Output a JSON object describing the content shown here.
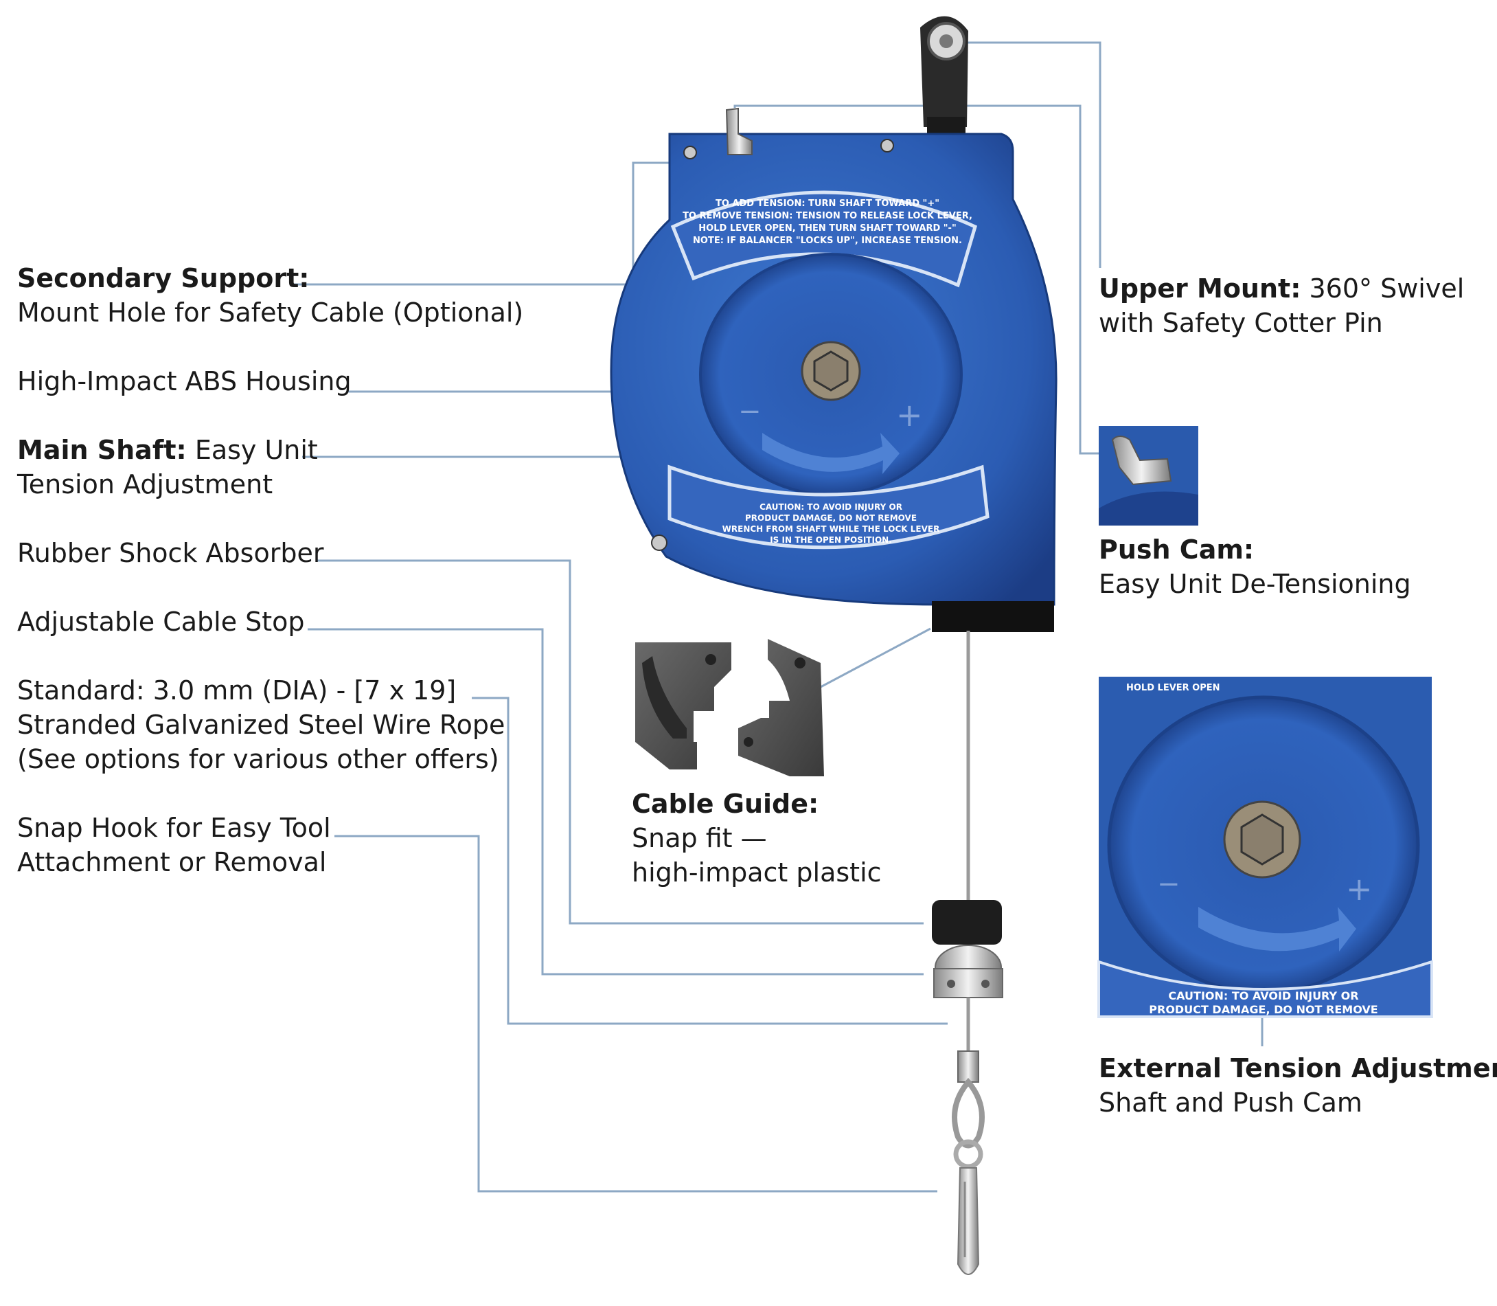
{
  "labels": {
    "secondary_support": {
      "title": "Secondary Support:",
      "text": "Mount Hole for Safety Cable (Optional)"
    },
    "housing": {
      "text": "High-Impact ABS Housing"
    },
    "main_shaft": {
      "title": "Main Shaft:",
      "text1": " Easy Unit",
      "text2": "Tension Adjustment"
    },
    "shock_absorber": {
      "text": "Rubber Shock Absorber"
    },
    "cable_stop": {
      "text": "Adjustable Cable Stop"
    },
    "wire_rope": {
      "line1": "Standard: 3.0 mm (DIA) - [7 x 19]",
      "line2": "Stranded Galvanized Steel Wire Rope",
      "line3": "(See options for various other offers)"
    },
    "snap_hook": {
      "line1": "Snap Hook for Easy Tool",
      "line2": "Attachment or Removal"
    },
    "upper_mount": {
      "title": "Upper Mount:",
      "text1": " 360° Swivel",
      "text2": "with Safety Cotter Pin"
    },
    "push_cam": {
      "title": "Push Cam:",
      "text": "Easy Unit De-Tensioning"
    },
    "cable_guide": {
      "title": "Cable Guide:",
      "text1": "Snap fit —",
      "text2": "high-impact plastic"
    },
    "external_tension": {
      "title": "External Tension Adjustment:",
      "text": "Shaft and Push Cam"
    }
  },
  "device_panels": {
    "top_lines": [
      "TO ADD TENSION: TURN SHAFT TOWARD \"+\"",
      "TO REMOVE TENSION: TENSION TO RELEASE LOCK LEVER,",
      "HOLD LEVER OPEN, THEN TURN SHAFT TOWARD \"-\"",
      "NOTE: IF BALANCER \"LOCKS UP\", INCREASE TENSION."
    ],
    "bottom_lines": [
      "CAUTION: TO AVOID INJURY OR",
      "PRODUCT DAMAGE, DO NOT REMOVE",
      "WRENCH FROM SHAFT WHILE THE LOCK LEVER",
      "IS IN THE OPEN POSITION."
    ],
    "minus": "−",
    "plus": "+"
  },
  "zoom_panel": {
    "top_fragment": "HOLD LEVER OPEN",
    "bottom_lines": [
      "CAUTION: TO AVOID INJURY OR",
      "PRODUCT DAMAGE, DO NOT REMOVE"
    ]
  },
  "colors": {
    "leader": "#8da8c4",
    "blue": "#2c5fb5",
    "blue_dark": "#1d3f86",
    "blue_light": "#3a72c8"
  }
}
